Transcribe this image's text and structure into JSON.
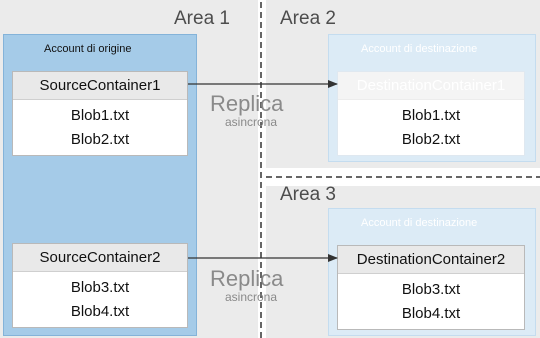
{
  "areas": {
    "area1": "Area 1",
    "area2": "Area 2",
    "area3": "Area 3"
  },
  "source_account": {
    "title": "Account di origine",
    "containers": [
      {
        "name": "SourceContainer1",
        "blobs": [
          "Blob1.txt",
          "Blob2.txt"
        ]
      },
      {
        "name": "SourceContainer2",
        "blobs": [
          "Blob3.txt",
          "Blob4.txt"
        ]
      }
    ]
  },
  "dest_account_1": {
    "title": "Account di destinazione",
    "container": {
      "name": "DestinationContainer1",
      "blobs": [
        "Blob1.txt",
        "Blob2.txt"
      ]
    }
  },
  "dest_account_2": {
    "title": "Account di destinazione",
    "container": {
      "name": "DestinationContainer2",
      "blobs": [
        "Blob3.txt",
        "Blob4.txt"
      ]
    }
  },
  "replications": [
    {
      "label": "Replica",
      "sublabel": "asincrona"
    },
    {
      "label": "Replica",
      "sublabel": "asincrona"
    }
  ],
  "colors": {
    "area_background": "#ebebeb",
    "source_account": "#a5cbe8",
    "destination_account": "#dcebf6",
    "arrow": "#333333"
  }
}
